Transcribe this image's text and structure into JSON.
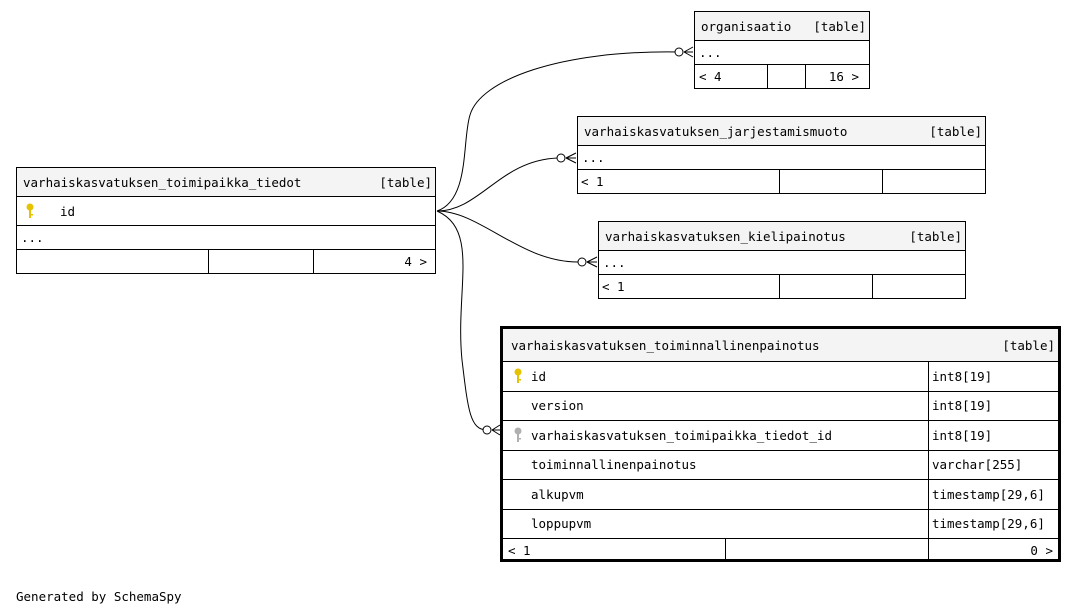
{
  "tables": {
    "organisaatio": {
      "name": "organisaatio",
      "tag": "[table]",
      "body": "...",
      "nav_left": "< 4",
      "nav_right": "16 >"
    },
    "jarjestamismuoto": {
      "name": "varhaiskasvatuksen_jarjestamismuoto",
      "tag": "[table]",
      "body": "...",
      "nav_left": "< 1"
    },
    "kielipainotus": {
      "name": "varhaiskasvatuksen_kielipainotus",
      "tag": "[table]",
      "body": "...",
      "nav_left": "< 1"
    },
    "toimipaikka": {
      "name": "varhaiskasvatuksen_toimipaikka_tiedot",
      "tag": "[table]",
      "pk": "id",
      "body": "...",
      "nav_right": "4 >"
    },
    "main": {
      "name": "varhaiskasvatuksen_toiminnallinenpainotus",
      "tag": "[table]",
      "columns": [
        {
          "name": "id",
          "type": "int8[19]",
          "key": "primary"
        },
        {
          "name": "version",
          "type": "int8[19]",
          "key": ""
        },
        {
          "name": "varhaiskasvatuksen_toimipaikka_tiedot_id",
          "type": "int8[19]",
          "key": "foreign"
        },
        {
          "name": "toiminnallinenpainotus",
          "type": "varchar[255]",
          "key": ""
        },
        {
          "name": "alkupvm",
          "type": "timestamp[29,6]",
          "key": ""
        },
        {
          "name": "loppupvm",
          "type": "timestamp[29,6]",
          "key": ""
        }
      ],
      "nav_left": "< 1",
      "nav_right": "0 >"
    }
  },
  "colors": {
    "primary_key": "#e5c300",
    "foreign_key": "#b0b0b0",
    "header_bg": "#f4f4f4"
  },
  "footer": "Generated by SchemaSpy"
}
